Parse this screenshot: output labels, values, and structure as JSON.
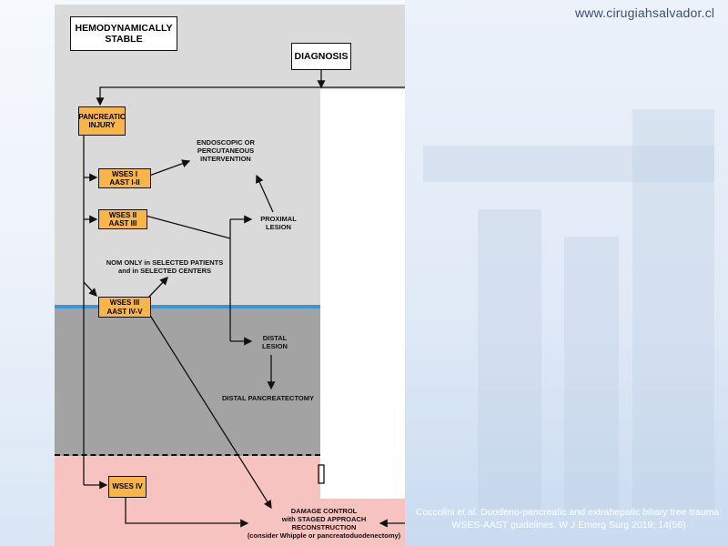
{
  "header": {
    "site_url": "www.cirugiahsalvador.cl"
  },
  "flowchart": {
    "hemodynamically_stable": "HEMODYNAMICALLY STABLE",
    "diagnosis": "DIAGNOSIS",
    "pancreatic_injury": "PANCREATIC INJURY",
    "wses1_line1": "WSES I",
    "wses1_line2": "AAST I-II",
    "wses2_line1": "WSES II",
    "wses2_line2": "AAST III",
    "wses3_line1": "WSES III",
    "wses3_line2": "AAST IV-V",
    "wses4": "WSES IV",
    "endoscopic": "ENDOSCOPIC OR PERCUTANEOUS INTERVENTION",
    "proximal_line1": "PROXIMAL",
    "proximal_line2": "LESION",
    "nom_line1": "NOM ONLY in SELECTED PATIENTS",
    "nom_line2": "and in SELECTED CENTERS",
    "distal_line1": "DISTAL",
    "distal_line2": "LESION",
    "distal_pancreatectomy": "DISTAL PANCREATECTOMY",
    "damage_line1": "DAMAGE CONTROL",
    "damage_line2": "with STAGED APPROACH",
    "damage_line3": "RECONSTRUCTION",
    "damage_line4": "(consider Whipple or pancreatoduodenectomy)"
  },
  "citation": {
    "line1": "Coccolini et al. Duodeno-pancreatic and extrahepatic biliary tree trauma:",
    "line2": "WSES-AAST guidelines. W J Emerg Surg 2019; 14(56)"
  },
  "colors": {
    "stable_zone": "#dadada",
    "nom_zone": "#a3a3a3",
    "unstable_zone": "#f7c3c0",
    "divider_blue": "#3a96d6",
    "grade_box": "#f7b54a"
  }
}
